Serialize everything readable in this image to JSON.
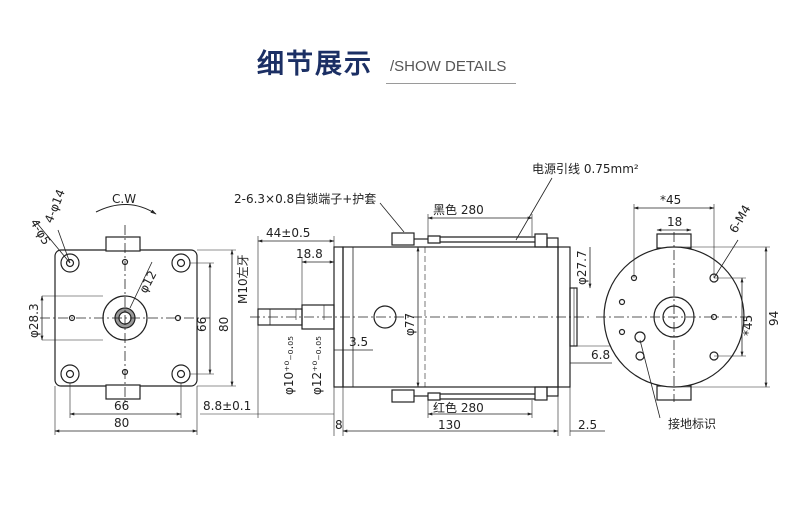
{
  "header": {
    "title_cn": "细节展示",
    "title_en": "/SHOW DETAILS"
  },
  "front_view": {
    "rotation": "C.W",
    "holes_small": "4-φ5",
    "holes_large": "4-φ14",
    "shaft_dia": "φ12",
    "bore_dia": "φ28.3",
    "side_66": "66",
    "side_80": "80",
    "bottom_66": "66",
    "bottom_80": "80"
  },
  "side_view": {
    "terminal_note": "2-6.3×0.8自锁端子+护套",
    "lead_note": "电源引线 0.75mm²",
    "black_label": "黑色 280",
    "red_label": "红色 280",
    "dim_44": "44±0.5",
    "dim_18_8": "18.8",
    "thread": "M10左牙",
    "shaft_10": "φ10⁺⁰₋₀.₀₅",
    "shaft_12": "φ12⁺⁰₋₀.₀₅",
    "dim_3_5": "3.5",
    "dim_77": "φ77",
    "dim_27_7": "φ27.7",
    "dim_6_8": "6.8",
    "dim_8_8": "8.8±0.1",
    "dim_8": "8",
    "dim_130": "130",
    "dim_2_5": "2.5"
  },
  "rear_view": {
    "dim_45_top": "*45",
    "dim_18": "18",
    "holes": "6-M4",
    "dim_45_side": "*45",
    "dim_94": "94",
    "ground": "接地标识"
  }
}
